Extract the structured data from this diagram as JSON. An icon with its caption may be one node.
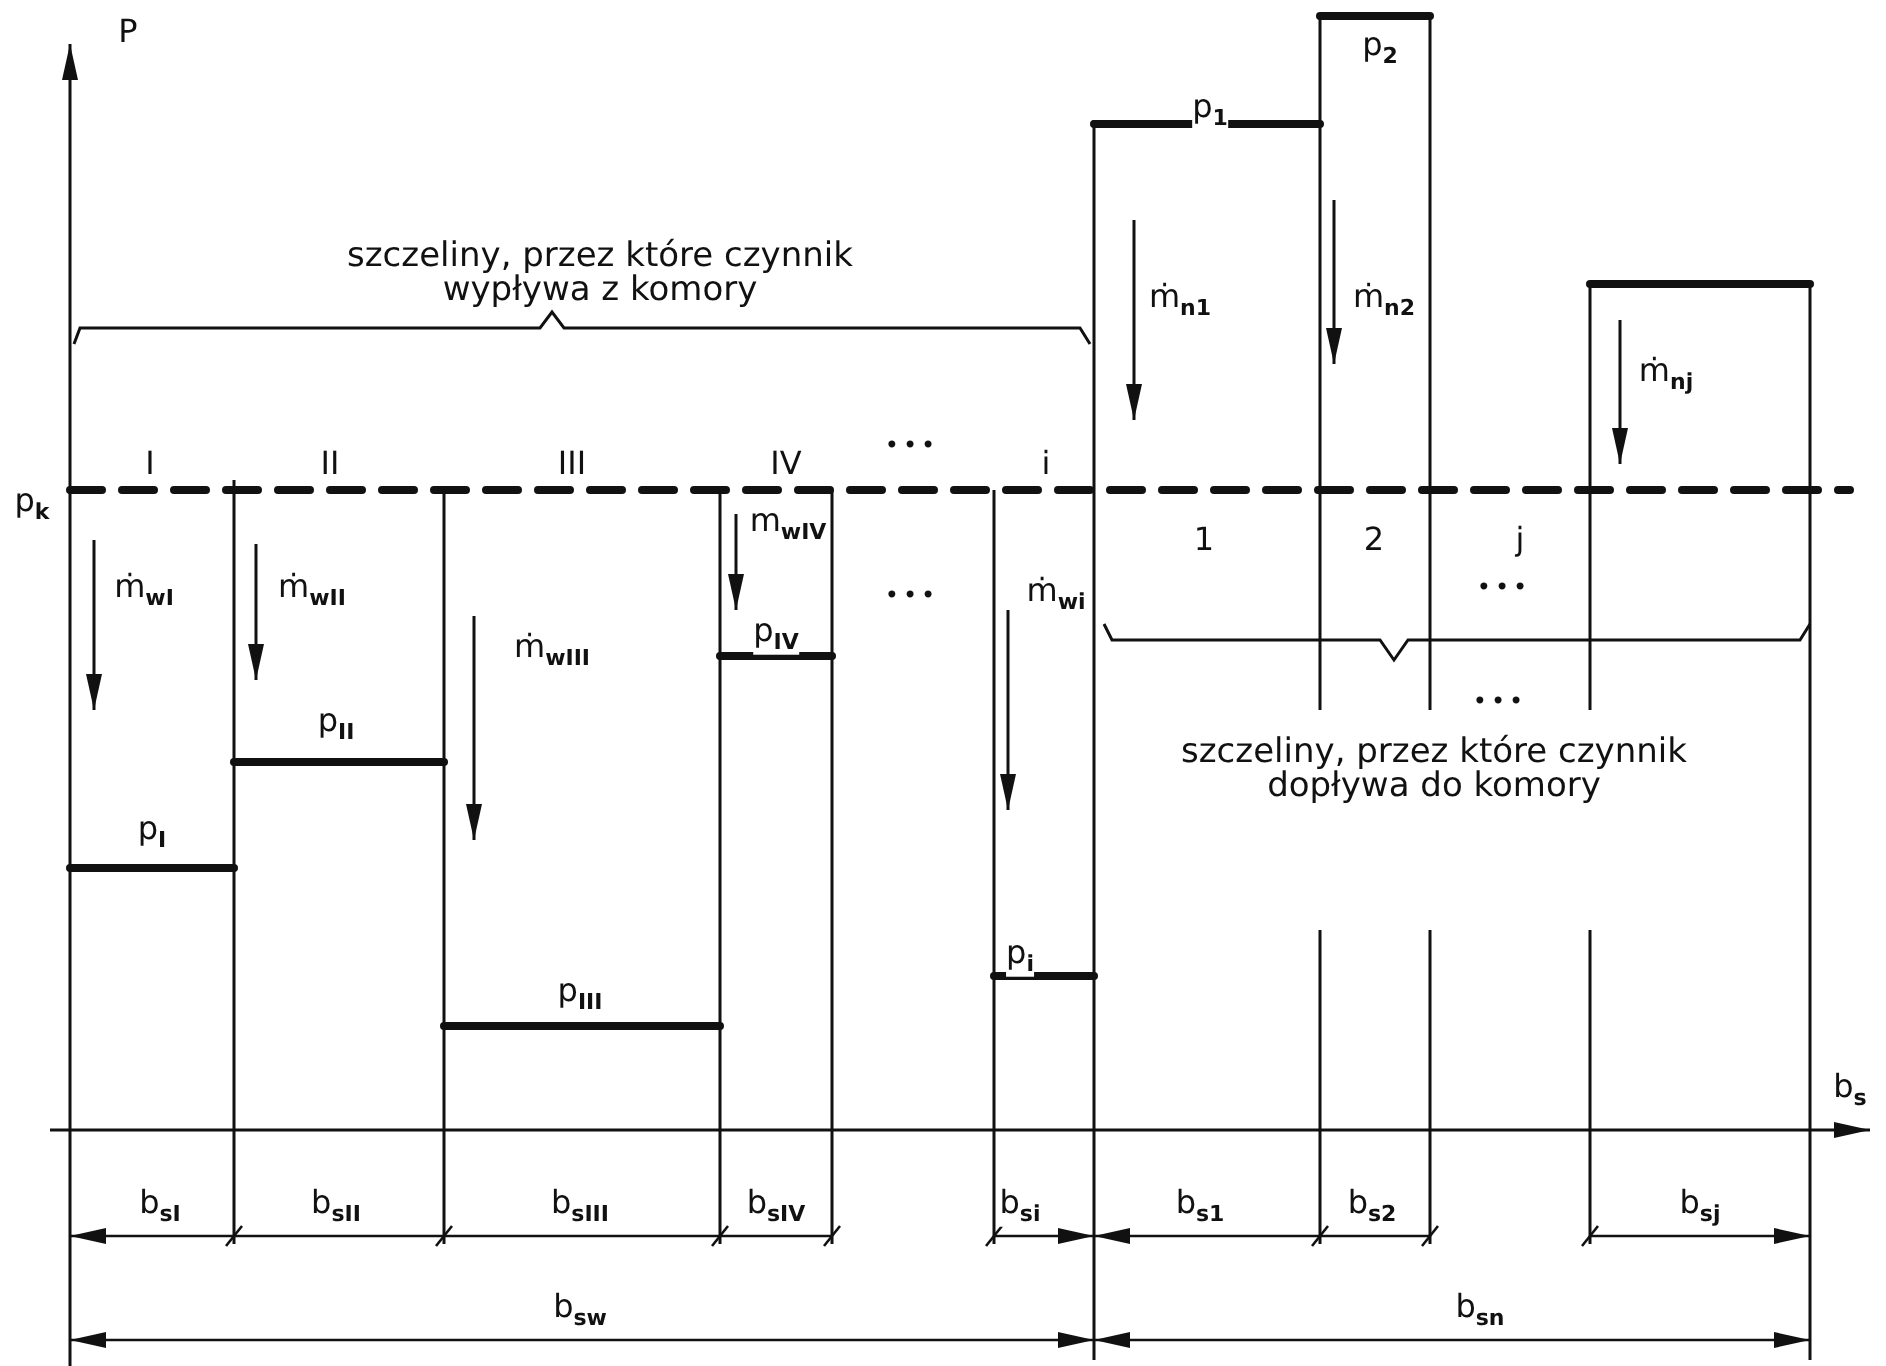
{
  "diagram": {
    "labels": [
      "P",
      "p$_{2}$",
      "p$_{1}$",
      "szczeliny, przez które czynnik wypływa z komory",
      "ṁ$_{n1}$",
      "ṁ$_{n2}$",
      "ṁ$_{nj}$",
      "I",
      "II",
      "III",
      "IV",
      "•••",
      "i",
      "p$_{k}$",
      "1",
      "2",
      "j",
      "ṁ$_{wI}$",
      "ṁ$_{wII}$",
      "m$_{wIV}$",
      "•••",
      "ṁ$_{wIII}$",
      "ṁ$_{wi}$",
      "p$_{IV}$",
      "•••",
      "•••",
      "szczeliny, przez które czynnik dopływa do komory",
      "p$_{II}$",
      "p$_{I}$",
      "p$_{i}$",
      "p$_{III}$",
      "b$_{s}$",
      "b$_{sI}$",
      "b$_{sII}$",
      "b$_{sIII}$",
      "b$_{sIV}$",
      "b$_{si}$",
      "b$_{s1}$",
      "b$_{s2}$",
      "b$_{sj}$",
      "b$_{sw}$",
      "b$_{sn}$"
    ]
  }
}
